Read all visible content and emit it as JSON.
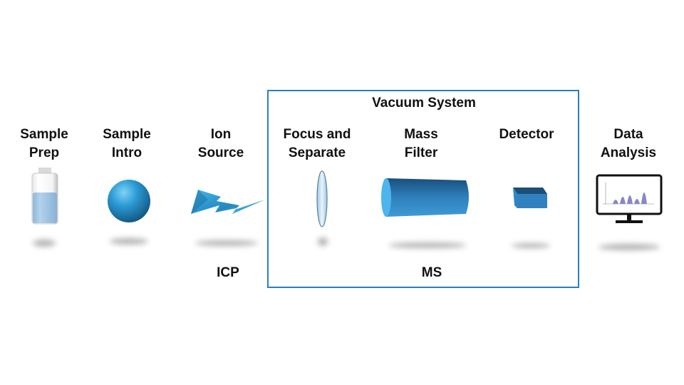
{
  "diagram": {
    "title": "ICP-MS Workflow",
    "stages": [
      {
        "id": "sample-prep",
        "label": "Sample\nPrep",
        "icon": "vial-icon"
      },
      {
        "id": "sample-intro",
        "label": "Sample\nIntro",
        "icon": "sphere-icon"
      },
      {
        "id": "ion-source",
        "label": "Ion\nSource",
        "icon": "lightning-icon"
      },
      {
        "id": "focus-separate",
        "label": "Focus and\nSeparate",
        "icon": "lens-icon"
      },
      {
        "id": "mass-filter",
        "label": "Mass\nFilter",
        "icon": "cylinder-icon"
      },
      {
        "id": "detector",
        "label": "Detector",
        "icon": "box-icon"
      },
      {
        "id": "data-analysis",
        "label": "Data\nAnalysis",
        "icon": "monitor-icon"
      }
    ],
    "group_labels": {
      "vacuum": "Vacuum System",
      "icp": "ICP",
      "ms": "MS"
    },
    "colors": {
      "accent": "#2a7fc9",
      "icon_blue": "#2f8fd0",
      "icon_dark": "#1d5f93",
      "liquid": "#a9cbe6",
      "peak": "#8a86c8"
    }
  }
}
